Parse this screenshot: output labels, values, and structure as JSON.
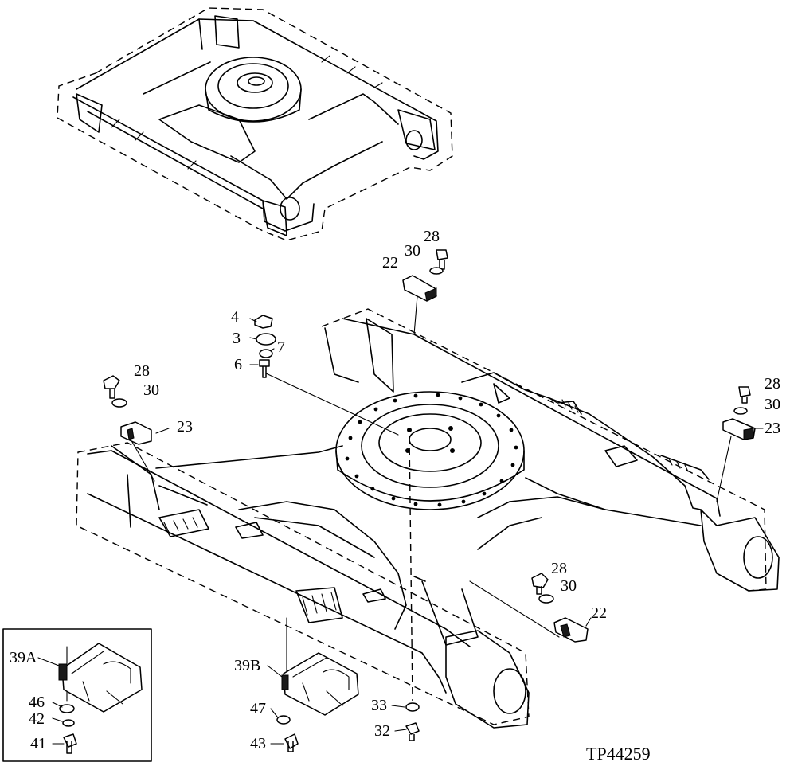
{
  "figure": {
    "id": "TP44259"
  },
  "callouts": {
    "c4": "4",
    "c3": "3",
    "c7": "7",
    "c6": "6",
    "c28a": "28",
    "c30a": "30",
    "c22a": "22",
    "c28b": "28",
    "c30b": "30",
    "c23b": "23",
    "c28c": "28",
    "c30c": "30",
    "c23c": "23",
    "c28d": "28",
    "c30d": "30",
    "c22d": "22",
    "c39a": "39A",
    "c46": "46",
    "c42": "42",
    "c41": "41",
    "c39b": "39B",
    "c47": "47",
    "c43": "43",
    "c33": "33",
    "c32": "32"
  }
}
